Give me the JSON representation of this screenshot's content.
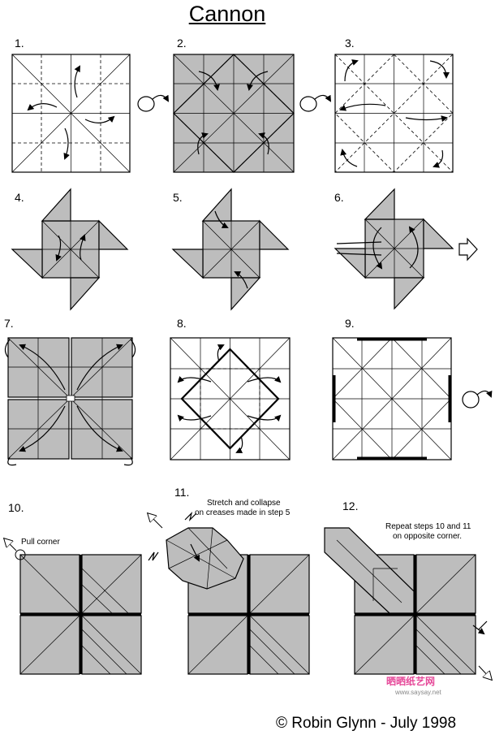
{
  "title": "Cannon",
  "steps": [
    "1.",
    "2.",
    "3.",
    "4.",
    "5.",
    "6.",
    "7.",
    "8.",
    "9.",
    "10.",
    "11.",
    "12."
  ],
  "notes": {
    "pull_corner": "Pull corner",
    "stretch_line1": "Stretch and collapse",
    "stretch_line2": "on creases made in step 5",
    "repeat_line1": "Repeat steps 10 and 11",
    "repeat_line2": "on opposite corner."
  },
  "copyright": "© Robin Glynn - July 1998",
  "watermark": "晒晒纸艺网",
  "watermark_url": "www.saysay.net",
  "colors": {
    "paper": "#bdbdbd",
    "line": "#000000",
    "watermark": "#e64a9a"
  }
}
